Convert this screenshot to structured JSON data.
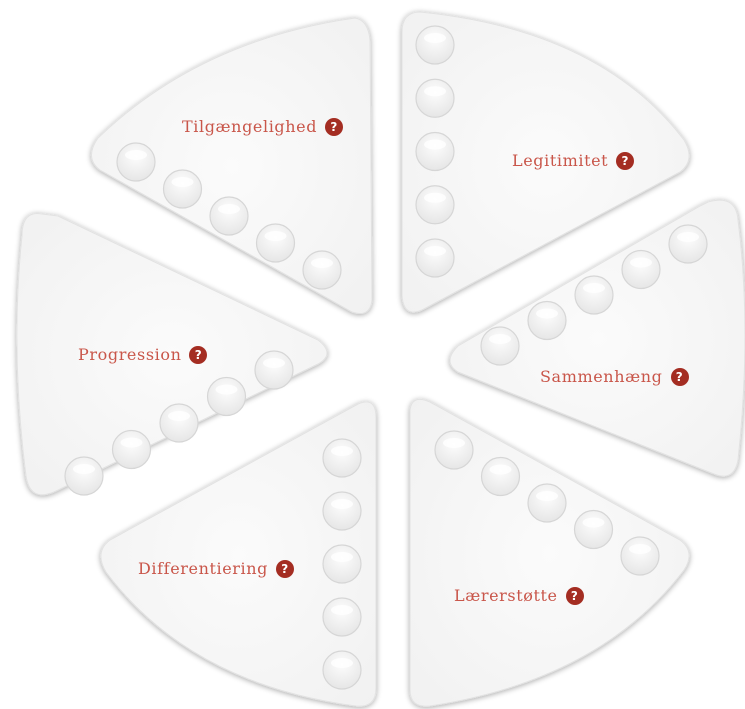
{
  "segments": [
    {
      "id": "tilgaengelighed",
      "label": "Tilgængelighed",
      "help_icon": "question-icon",
      "help_glyph": "?"
    },
    {
      "id": "legitimitet",
      "label": "Legitimitet",
      "help_icon": "question-icon",
      "help_glyph": "?"
    },
    {
      "id": "sammenhaeng",
      "label": "Sammenhæng",
      "help_icon": "question-icon",
      "help_glyph": "?"
    },
    {
      "id": "laererstoette",
      "label": "Lærerstøtte",
      "help_icon": "question-icon",
      "help_glyph": "?"
    },
    {
      "id": "differentiering",
      "label": "Differentiering",
      "help_icon": "question-icon",
      "help_glyph": "?"
    },
    {
      "id": "progression",
      "label": "Progression",
      "help_icon": "question-icon",
      "help_glyph": "?"
    }
  ],
  "rating_levels": 5,
  "colors": {
    "label": "#c9564a",
    "help_badge": "#a42d22",
    "segment_fill": "#f6f6f6",
    "dot_fill": "#f2f2f2"
  }
}
